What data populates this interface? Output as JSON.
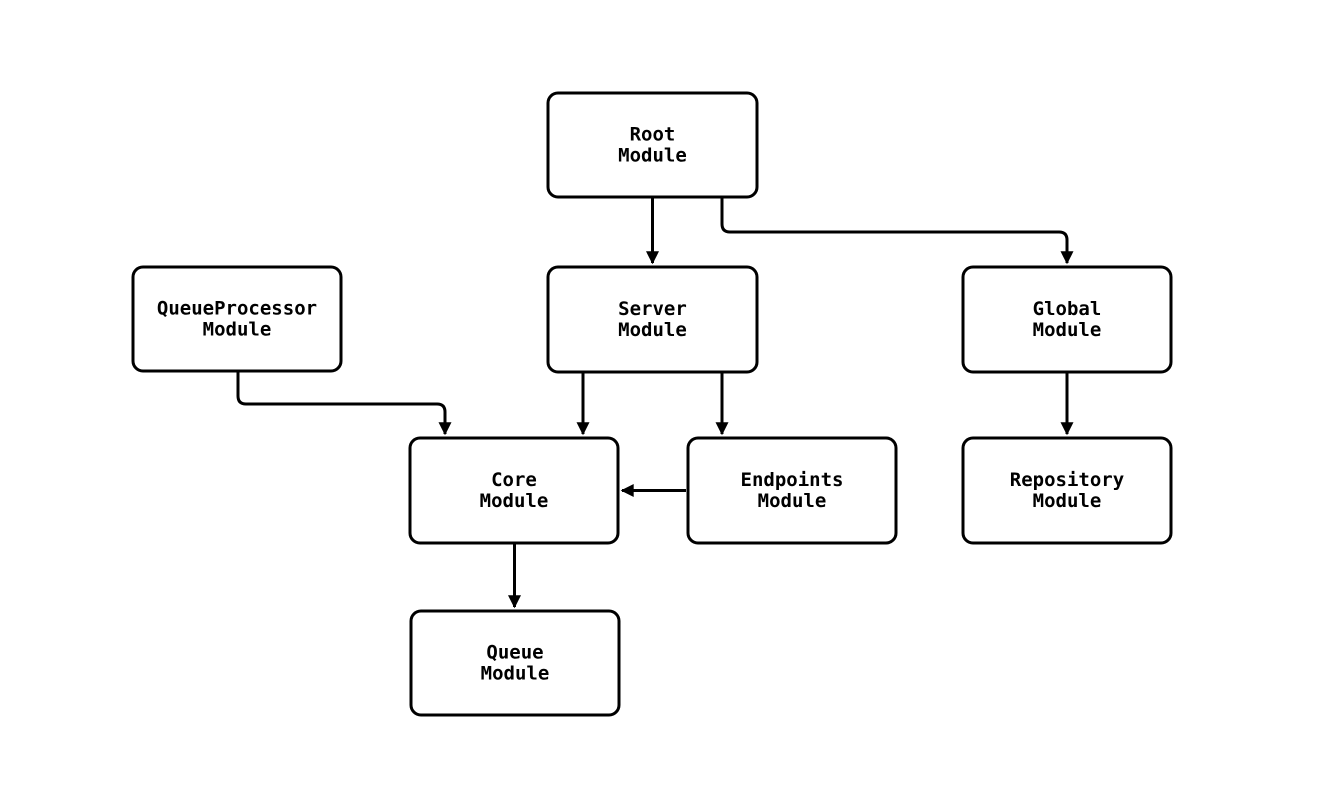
{
  "diagram": {
    "type": "module-dependency-flowchart",
    "background_color": "#ffffff",
    "node_fill_color": "#ffffff",
    "stroke_color": "#000000",
    "nodes": {
      "root": {
        "line1": "Root",
        "line2": "Module"
      },
      "server": {
        "line1": "Server",
        "line2": "Module"
      },
      "global": {
        "line1": "Global",
        "line2": "Module"
      },
      "queue_processor": {
        "line1": "QueueProcessor",
        "line2": "Module"
      },
      "core": {
        "line1": "Core",
        "line2": "Module"
      },
      "endpoints": {
        "line1": "Endpoints",
        "line2": "Module"
      },
      "repository": {
        "line1": "Repository",
        "line2": "Module"
      },
      "queue": {
        "line1": "Queue",
        "line2": "Module"
      }
    },
    "edges": [
      {
        "from": "Root Module",
        "to": "Server Module"
      },
      {
        "from": "Root Module",
        "to": "Global Module"
      },
      {
        "from": "Server Module",
        "to": "Core Module"
      },
      {
        "from": "Server Module",
        "to": "Endpoints Module"
      },
      {
        "from": "QueueProcessor Module",
        "to": "Core Module"
      },
      {
        "from": "Endpoints Module",
        "to": "Core Module"
      },
      {
        "from": "Global Module",
        "to": "Repository Module"
      },
      {
        "from": "Core Module",
        "to": "Queue Module"
      }
    ]
  }
}
